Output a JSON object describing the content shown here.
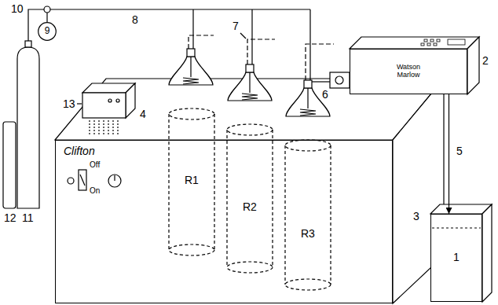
{
  "diagram": {
    "nodes": [
      {
        "text": [
          "9"
        ]
      },
      {
        "text": [
          "Clifton"
        ]
      },
      {
        "text": [
          "Watson Marlow"
        ]
      },
      {
        "text": [
          "1"
        ]
      }
    ],
    "edges": [
      {
        "from": 2,
        "to": 3,
        "arrow": "to"
      }
    ],
    "labels": [
      "10",
      "8",
      "7",
      "13",
      "4",
      "6",
      "2",
      "5",
      "12",
      "11",
      "Off",
      "On",
      "R1",
      "R2",
      "R3",
      "3"
    ]
  }
}
